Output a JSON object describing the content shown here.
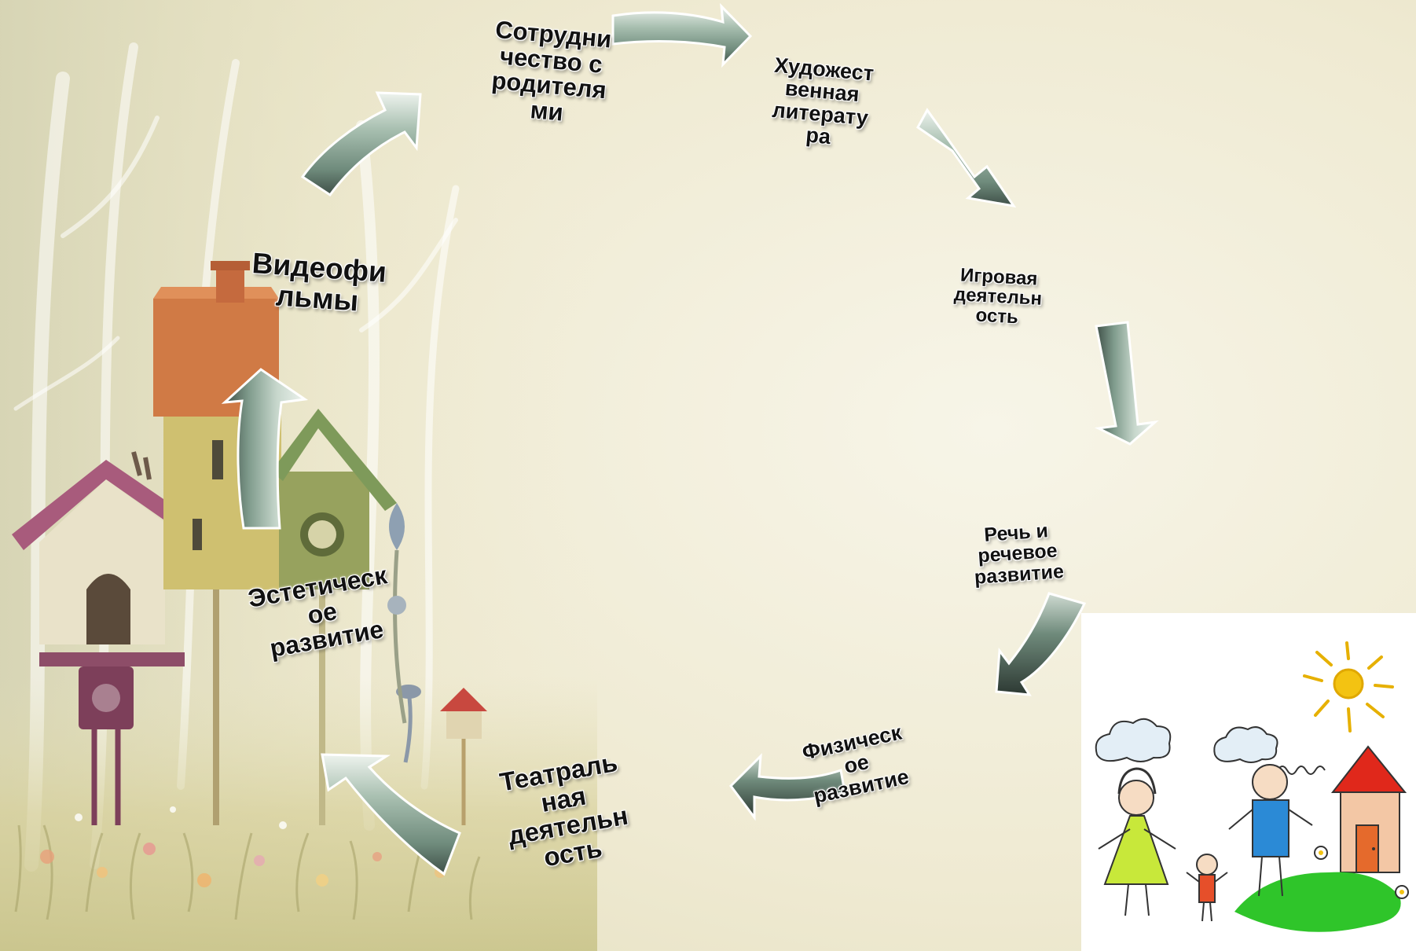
{
  "diagram": {
    "nodes": [
      {
        "id": "cooperation",
        "lines": [
          "Сотрудни",
          "чество  с",
          "родителя",
          "ми"
        ]
      },
      {
        "id": "literature",
        "lines": [
          "Художест",
          "венная",
          "литерату",
          "ра"
        ]
      },
      {
        "id": "play",
        "lines": [
          "Игровая",
          "деятельн",
          "ость"
        ]
      },
      {
        "id": "speech",
        "lines": [
          "Речь  и",
          "речевое",
          "развитие"
        ]
      },
      {
        "id": "physical",
        "lines": [
          "Физическ",
          "ое",
          "развитие"
        ]
      },
      {
        "id": "theatre",
        "lines": [
          "Театраль",
          "ная",
          "деятельн",
          "ость"
        ]
      },
      {
        "id": "aesthetic",
        "lines": [
          "Эстетическ",
          "ое",
          "развитие"
        ]
      },
      {
        "id": "videos",
        "lines": [
          "Видеофи",
          "льмы"
        ]
      }
    ],
    "flow": "clockwise",
    "arrow_color": "#8fa99a",
    "arrow_shade_color": "#4e6b5d",
    "arrow_dark_color": "#3f5048"
  },
  "illustration": {
    "icon": "childrens-drawing-family-house-sun",
    "background_color": "#ffffff"
  },
  "background": {
    "icon": "fairy-birdhouses-forest",
    "base_color": "#f2efda"
  }
}
